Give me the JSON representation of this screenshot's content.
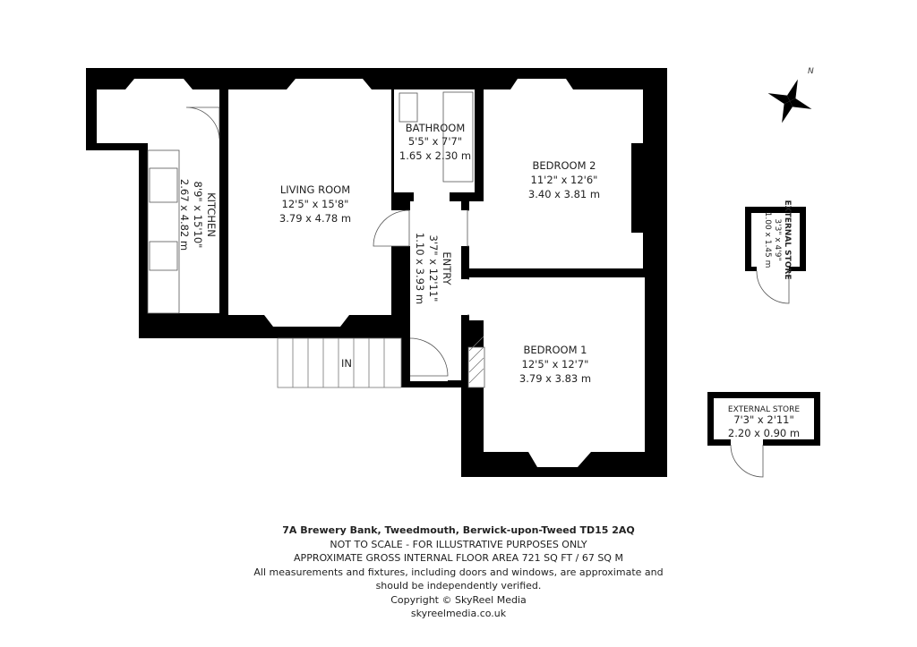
{
  "rooms": {
    "kitchen": {
      "name": "KITCHEN",
      "imperial": "8'9\" x 15'10\"",
      "metric": "2.67 x 4.82 m"
    },
    "living_room": {
      "name": "LIVING ROOM",
      "imperial": "12'5\" x 15'8\"",
      "metric": "3.79 x 4.78 m"
    },
    "bathroom": {
      "name": "BATHROOM",
      "imperial": "5'5\" x 7'7\"",
      "metric": "1.65 x 2.30 m"
    },
    "bedroom_2": {
      "name": "BEDROOM 2",
      "imperial": "11'2\" x 12'6\"",
      "metric": "3.40 x 3.81 m"
    },
    "entry": {
      "name": "ENTRY",
      "imperial": "3'7\" x 12'11\"",
      "metric": "1.10 x 3.93 m"
    },
    "bedroom_1": {
      "name": "BEDROOM 1",
      "imperial": "12'5\" x 12'7\"",
      "metric": "3.79 x 3.83 m"
    },
    "external_store_1": {
      "name": "EXTERNAL STORE",
      "imperial": "3'3\" x 4'9\"",
      "metric": "1.00 x 1.45 m"
    },
    "external_store_2": {
      "name": "EXTERNAL STORE",
      "imperial": "7'3\" x 2'11\"",
      "metric": "2.20 x 0.90 m"
    }
  },
  "stairs_label": "IN",
  "compass_label": "N",
  "footer": {
    "address": "7A Brewery Bank, Tweedmouth, Berwick-upon-Tweed TD15 2AQ",
    "scale_note": "NOT TO SCALE - FOR ILLUSTRATIVE PURPOSES ONLY",
    "area": "APPROXIMATE GROSS INTERNAL FLOOR AREA 721 SQ FT / 67 SQ M",
    "disclaimer_1": "All measurements and fixtures, including doors and windows, are approximate and",
    "disclaimer_2": "should be independently verified.",
    "copyright": "Copyright © SkyReel Media",
    "website": "skyreelmedia.co.uk"
  },
  "colors": {
    "wall": "#000000",
    "background": "#ffffff"
  }
}
